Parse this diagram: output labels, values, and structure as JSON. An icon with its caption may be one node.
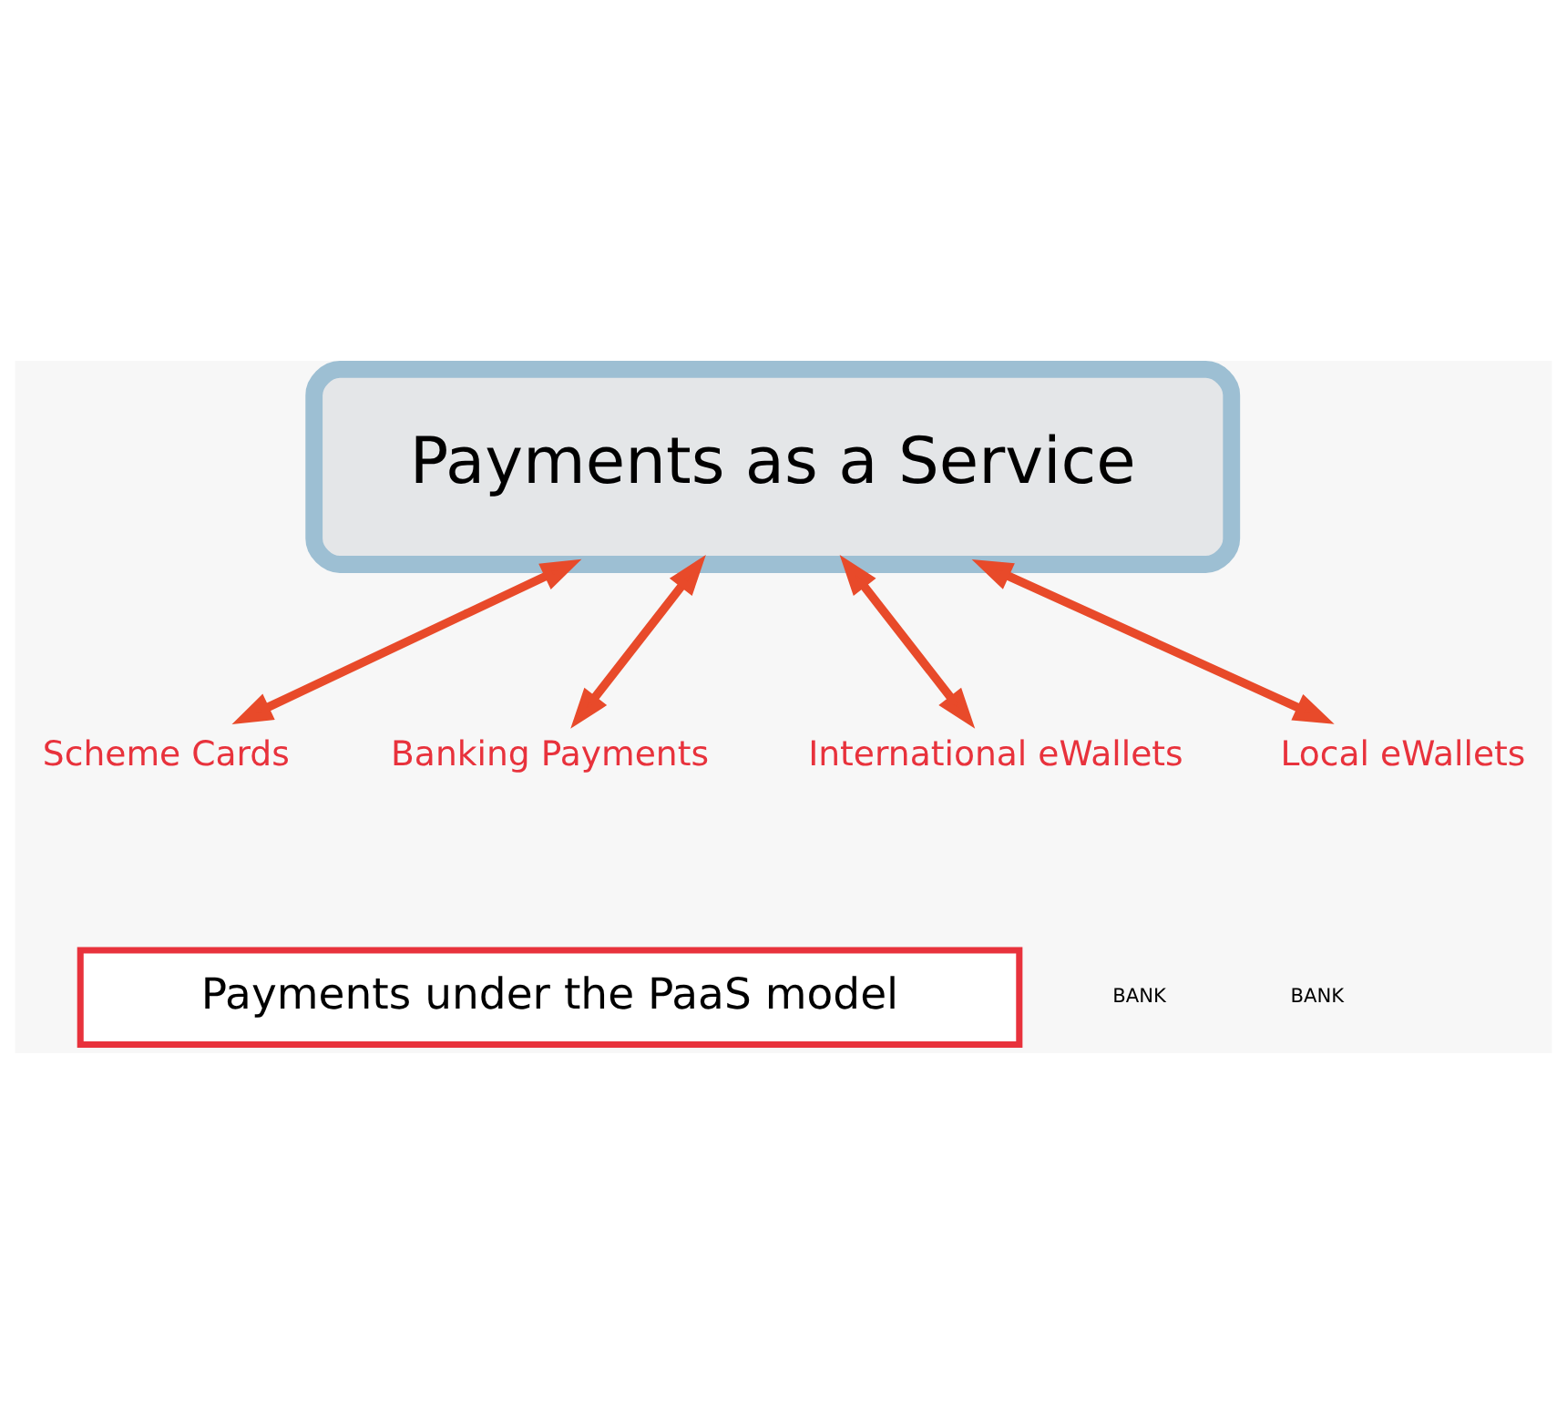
{
  "diagram": {
    "nodes": [
      {
        "text": [
          "Payments as a Service"
        ]
      },
      {
        "text": [
          "Scheme Cards"
        ]
      },
      {
        "text": [
          "Banking Payments"
        ]
      },
      {
        "text": [
          "International eWallets"
        ]
      },
      {
        "text": [
          "Local eWallets"
        ]
      },
      {
        "text": [
          "Payments under the PaaS model"
        ]
      }
    ],
    "edges": [
      {
        "from": 0,
        "to": 1,
        "arrow": "both"
      },
      {
        "from": 0,
        "to": 2,
        "arrow": "both"
      },
      {
        "from": 0,
        "to": 3,
        "arrow": "both"
      },
      {
        "from": 0,
        "to": 4,
        "arrow": "both"
      }
    ],
    "labels": [
      "BANK",
      "BANK"
    ]
  }
}
